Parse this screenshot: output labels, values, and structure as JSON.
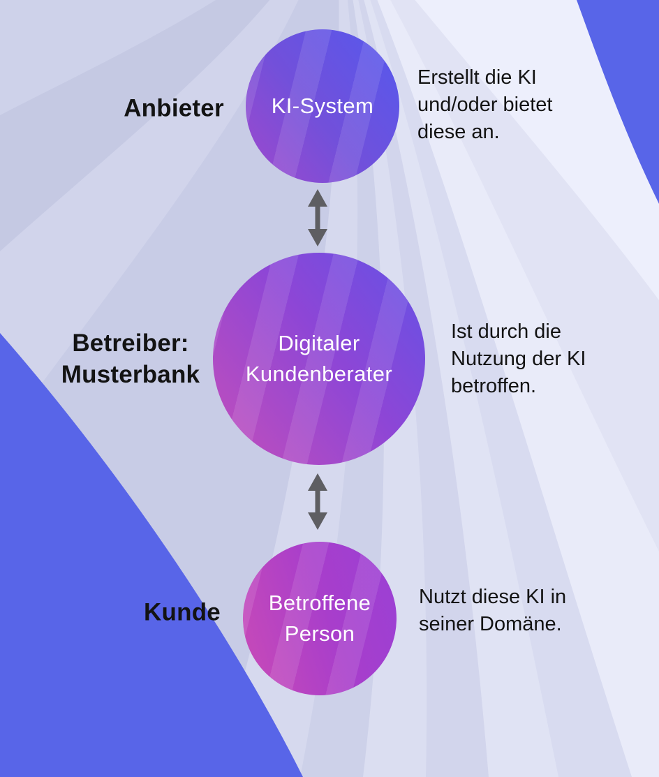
{
  "diagram": {
    "kind": "stakeholder-flow-diagram",
    "rows": [
      {
        "role": {
          "lines": [
            "Anbieter"
          ]
        },
        "circle": {
          "lines": [
            "KI-System"
          ]
        },
        "description": {
          "lines": [
            "Erstellt die KI",
            "und/oder bietet",
            "diese an."
          ]
        }
      },
      {
        "role": {
          "lines": [
            "Betreiber:",
            "Musterbank"
          ]
        },
        "circle": {
          "lines": [
            "Digitaler",
            "Kundenberater"
          ]
        },
        "description": {
          "lines": [
            "Ist durch die",
            "Nutzung der KI",
            "betroffen."
          ]
        }
      },
      {
        "role": {
          "lines": [
            "Kunde"
          ]
        },
        "circle": {
          "lines": [
            "Betroffene",
            "Person"
          ]
        },
        "description": {
          "lines": [
            "Nutzt diese KI in",
            "seiner Domäne."
          ]
        }
      }
    ],
    "connectors": [
      {
        "name": "anbieter-betreiber",
        "type": "vertical-double-arrow"
      },
      {
        "name": "betreiber-kunde",
        "type": "vertical-double-arrow"
      }
    ],
    "colors": {
      "accent_blue": "#5865e8",
      "arrow_gray": "#5e5e62",
      "text_dark": "#131313",
      "text_light": "#ffffff",
      "background_light": "#edeffc",
      "background_wave_dark": "#c5c9e3",
      "circle_ki_system_gradient": [
        "#9a49ce",
        "#5a57ea"
      ],
      "circle_kundenberater_gradient": [
        "#c44fba",
        "#6352e6"
      ],
      "circle_betroffene_person_gradient": [
        "#c549b9",
        "#9b40d4"
      ]
    }
  }
}
